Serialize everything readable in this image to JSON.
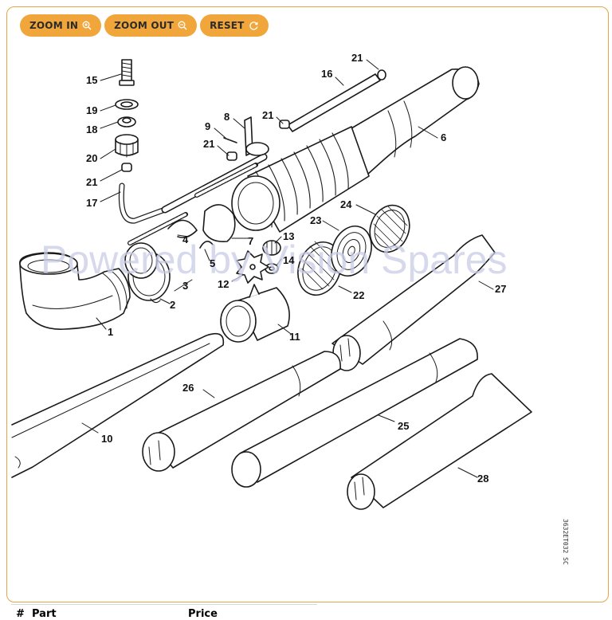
{
  "toolbar": {
    "zoom_in_label": "ZOOM IN",
    "zoom_out_label": "ZOOM OUT",
    "reset_label": "RESET",
    "button_color": "#f0a63a"
  },
  "diagram": {
    "watermark": "Powered by Vision Spares",
    "drawing_code": "3632ET032 SC",
    "part_labels": {
      "p1": "1",
      "p2": "2",
      "p3": "3",
      "p4": "4",
      "p5": "5",
      "p6": "6",
      "p7": "7",
      "p8": "8",
      "p9": "9",
      "p10": "10",
      "p11": "11",
      "p12": "12",
      "p13": "13",
      "p14": "14",
      "p15": "15",
      "p16": "16",
      "p17": "17",
      "p18": "18",
      "p19": "19",
      "p20": "20",
      "p21a": "21",
      "p21b": "21",
      "p21c": "21",
      "p21d": "21",
      "p22": "22",
      "p23": "23",
      "p24": "24",
      "p25": "25",
      "p26": "26",
      "p27": "27",
      "p28": "28"
    }
  },
  "parts_table": {
    "col_hash": "#",
    "col_part": "Part",
    "col_price": "Price"
  }
}
